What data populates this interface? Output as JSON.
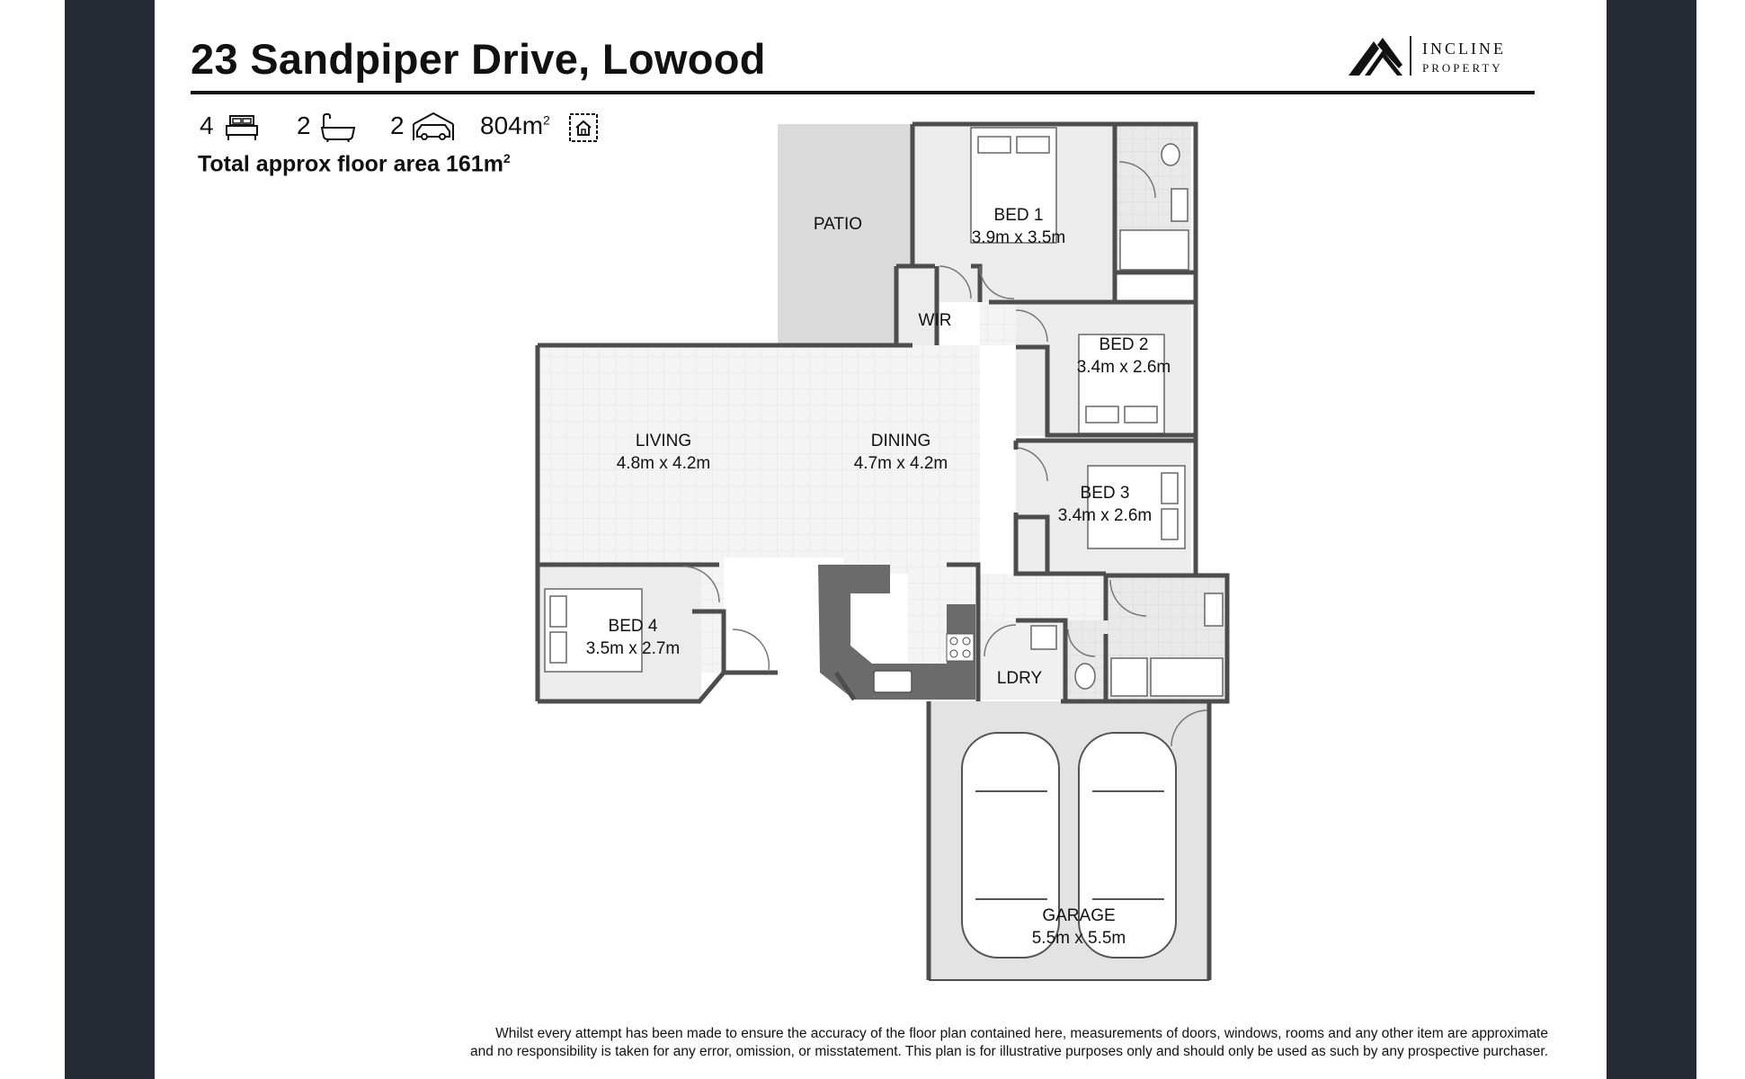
{
  "header": {
    "title": "23 Sandpiper Drive, Lowood"
  },
  "logo": {
    "name": "INCLINE",
    "sub": "PROPERTY",
    "icon": "mountain-logo-icon"
  },
  "stats": {
    "bedrooms": "4",
    "bedrooms_icon": "bed-icon",
    "bathrooms": "2",
    "bathrooms_icon": "bath-icon",
    "car_spaces": "2",
    "car_spaces_icon": "car-icon",
    "land_value": "804m",
    "land_unit_sup": "2",
    "land_icon": "land-house-icon"
  },
  "floor_area": {
    "text": "Total approx floor area 161m",
    "sup": "2"
  },
  "rooms": {
    "patio": {
      "name": "PATIO"
    },
    "bed1": {
      "name": "BED 1",
      "size": "3.9m x 3.5m"
    },
    "wir": {
      "name": "WIR"
    },
    "bed2": {
      "name": "BED 2",
      "size": "3.4m x 2.6m"
    },
    "living": {
      "name": "LIVING",
      "size": "4.8m x 4.2m"
    },
    "dining": {
      "name": "DINING",
      "size": "4.7m x 4.2m"
    },
    "bed3": {
      "name": "BED 3",
      "size": "3.4m x 2.6m"
    },
    "bed4": {
      "name": "BED 4",
      "size": "3.5m x 2.7m"
    },
    "ldry": {
      "name": "LDRY"
    },
    "garage": {
      "name": "GARAGE",
      "size": "5.5m x 5.5m"
    }
  },
  "colors": {
    "wall": "#4d4d4d",
    "floor_tile": "#f2f2f2",
    "room_floor": "#ececec",
    "patio": "#dadada",
    "garage": "#e3e3e3",
    "kitchen_bench": "#6b6b6b",
    "side_bar": "#242b33"
  },
  "disclaimer": {
    "line1": "Whilst every attempt has been made to ensure the accuracy of the floor plan contained here, measurements of doors, windows, rooms and any other item are approximate",
    "line2": "and no responsibility is taken for any error, omission, or misstatement. This plan is for illustrative purposes only and should only be used as such by any prospective purchaser."
  }
}
